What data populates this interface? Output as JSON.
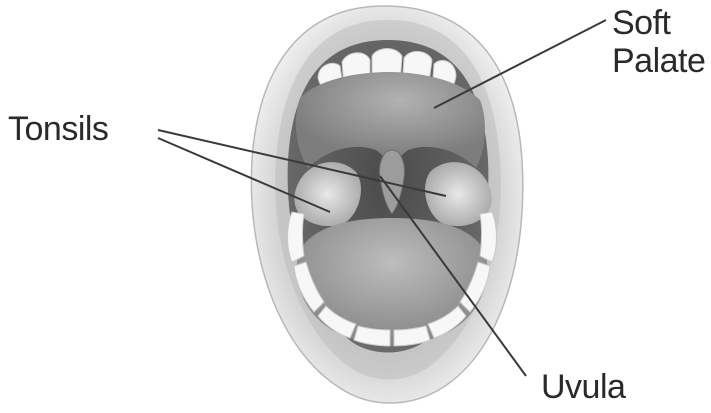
{
  "labels": {
    "tonsils": "Tonsils",
    "soft_palate_line1": "Soft",
    "soft_palate_line2": "Palate",
    "uvula": "Uvula"
  },
  "colors": {
    "background": "#ffffff",
    "label_text": "#2a2a2a",
    "leader_line": "#3a3a3a",
    "lip": "#e4e4e4",
    "throat": "#5a5a5a",
    "palate": "#9a9a9a",
    "tongue": "#a9a9a9",
    "tonsil": "#d4d4d4",
    "teeth": "#f7f7f7"
  }
}
